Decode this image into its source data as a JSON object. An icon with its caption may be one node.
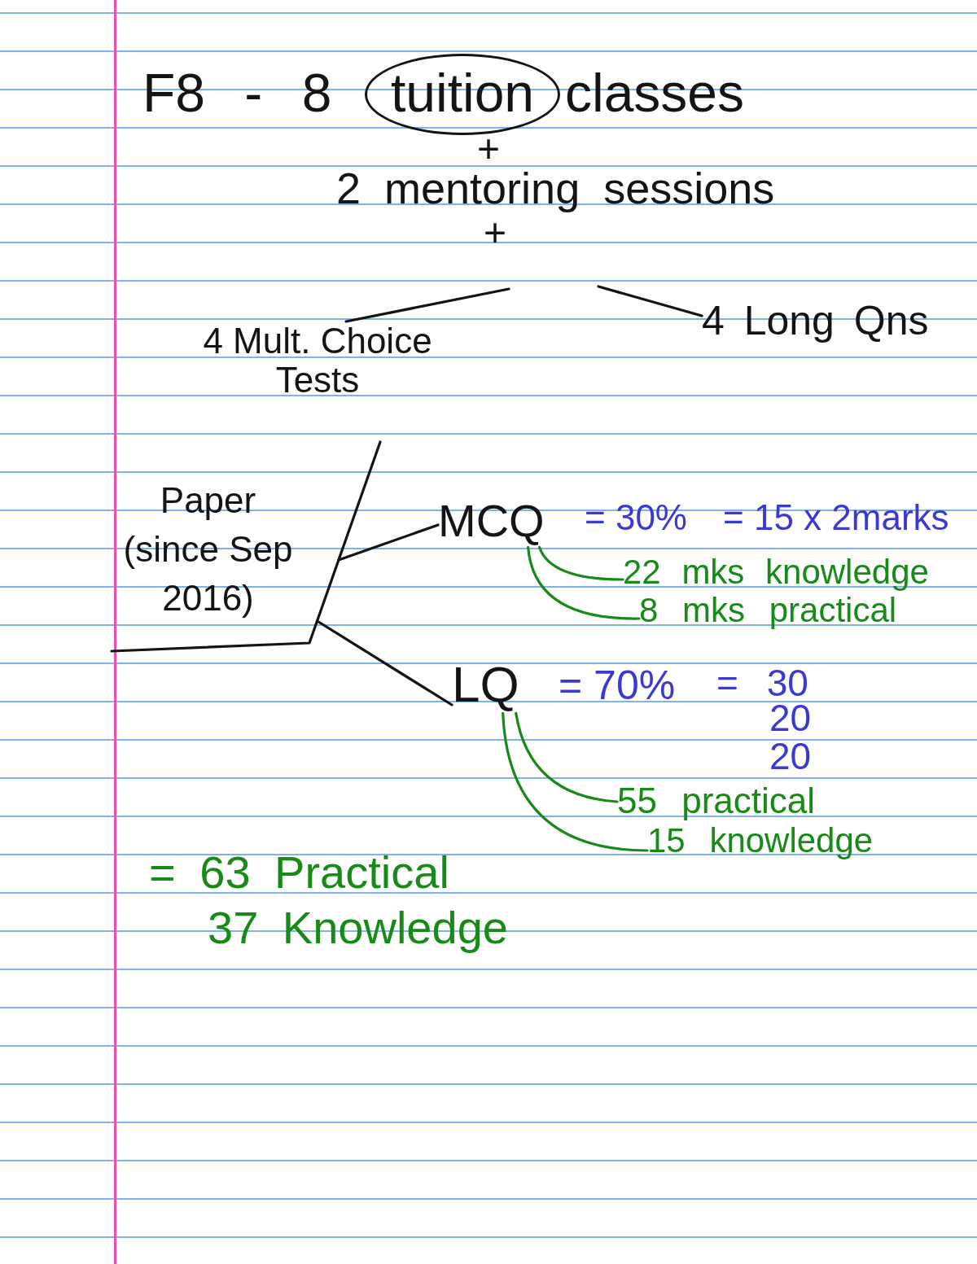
{
  "diagram": {
    "nodes": [
      {
        "text": [
          "tuition"
        ]
      },
      {
        "text": [
          "4 Mult. Choice Tests"
        ]
      },
      {
        "text": [
          "4 Long Qns"
        ]
      },
      {
        "text": [
          "Paper (since Sep 2016)"
        ]
      },
      {
        "text": [
          "MCQ"
        ],
        "beside": [
          "= 30%",
          "= 15 x 2marks"
        ]
      },
      {
        "text": [
          "22 mks knowledge"
        ]
      },
      {
        "text": [
          "8 mks practical"
        ]
      },
      {
        "text": [
          "LQ"
        ],
        "beside": [
          "= 70%",
          "= 30",
          "20",
          "20"
        ]
      },
      {
        "text": [
          "55 practical"
        ]
      },
      {
        "text": [
          "15 knowledge"
        ]
      }
    ],
    "edges": [
      {
        "from": null,
        "to": 1,
        "arrow": "none"
      },
      {
        "from": null,
        "to": 2,
        "arrow": "none"
      },
      {
        "from": 3,
        "to": 4,
        "arrow": "none"
      },
      {
        "from": 4,
        "to": 5,
        "arrow": "none",
        "color": "#178a17"
      },
      {
        "from": 4,
        "to": 6,
        "arrow": "none",
        "color": "#178a17"
      },
      {
        "from": 3,
        "to": 7,
        "arrow": "none"
      },
      {
        "from": 7,
        "to": 8,
        "arrow": "none",
        "color": "#178a17"
      },
      {
        "from": 7,
        "to": 9,
        "arrow": "none",
        "color": "#178a17"
      }
    ],
    "labels": [
      "F8 - 8",
      "classes",
      "+",
      "2 mentoring sessions",
      "+",
      "= 63 Practical",
      "37 Knowledge"
    ]
  }
}
